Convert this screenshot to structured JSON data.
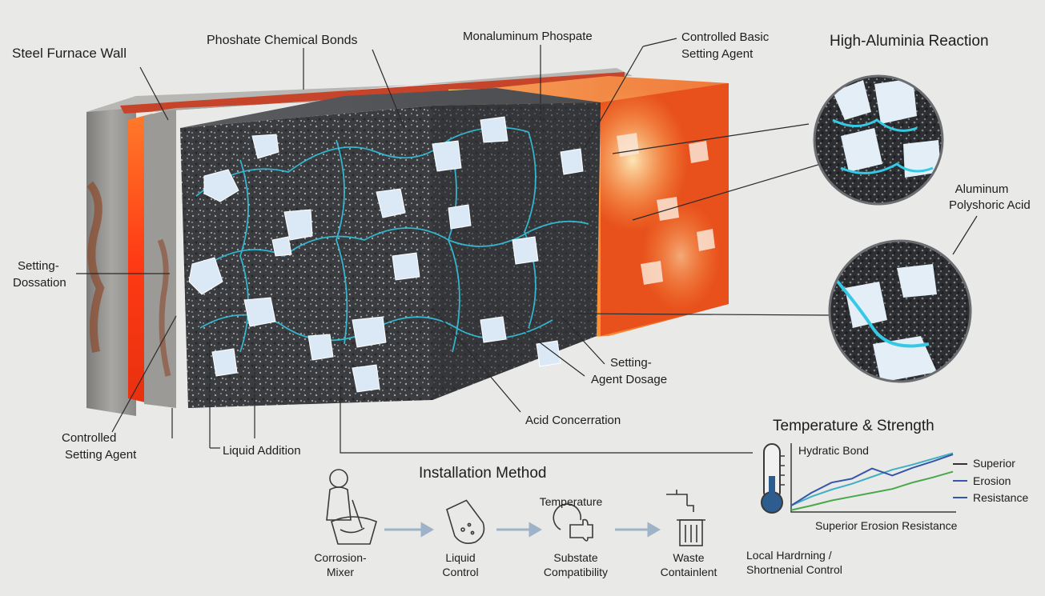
{
  "labels": {
    "steel_furnace_wall": "Steel Furnace Wall",
    "phosphate_bonds": "Phoshate Chemical Bonds",
    "monaluminum": "Monaluminum Phospate",
    "basic_agent_1": "Controlled Basic",
    "basic_agent_2": "Setting Agent",
    "high_alumina": "High-Aluminia Reaction",
    "aluminum_acid_1": "Aluminum",
    "aluminum_acid_2": "Polyshoric Acid",
    "setting_dossation_1": "Setting-",
    "setting_dossation_2": "Dossation",
    "setting_dosage_1": "Setting-",
    "setting_dosage_2": "Agent Dosage",
    "acid_concerration": "Acid Concerration",
    "controlled_setting_1": "Controlled",
    "controlled_setting_2": "Setting Agent",
    "liquid_addition": "Liquid Addition"
  },
  "installation": {
    "title": "Installation Method",
    "steps": [
      {
        "line1": "Corrosion-",
        "line2": "Mixer"
      },
      {
        "line1": "Liquid",
        "line2": "Control"
      },
      {
        "top": "Temperature",
        "line1": "Substate",
        "line2": "Compatibility"
      },
      {
        "line1": "Waste",
        "line2": "Containlent"
      }
    ],
    "footnote_1": "Local Hardrning /",
    "footnote_2": "Shortnenіal Control"
  },
  "strength": {
    "title": "Temperature & Strength",
    "subtitle": "Hydratic Bond",
    "xlabel": "Superior Erosion Resistance",
    "legend": [
      "Superior",
      "Erosion",
      "Resistance"
    ]
  },
  "chart_data": {
    "type": "line",
    "title": "Temperature & Strength",
    "xlabel": "Superior Erosion Resistance",
    "x": [
      0,
      1,
      2,
      3,
      4,
      5,
      6,
      7,
      8
    ],
    "series": [
      {
        "name": "Superior",
        "values": [
          1.0,
          2.4,
          3.5,
          4.4,
          5.5,
          6.6,
          7.4,
          8.3,
          9.2
        ]
      },
      {
        "name": "Erosion",
        "values": [
          1.0,
          3.0,
          4.6,
          5.2,
          6.8,
          5.7,
          6.9,
          7.9,
          9.0
        ]
      },
      {
        "name": "Resistance",
        "values": [
          0.3,
          1.0,
          1.8,
          2.4,
          3.0,
          3.6,
          4.6,
          5.4,
          6.3
        ]
      }
    ],
    "colors": [
      "#3fb0c4",
      "#3657a8",
      "#48a84a"
    ],
    "ylim": [
      0,
      10
    ]
  },
  "colors": {
    "bond_glow": "#35c9e6",
    "hot_face": "#ee5a1f",
    "hot_core": "#ffd36a",
    "steel": "#8d8d8c",
    "castable": "#3a3c3f"
  }
}
